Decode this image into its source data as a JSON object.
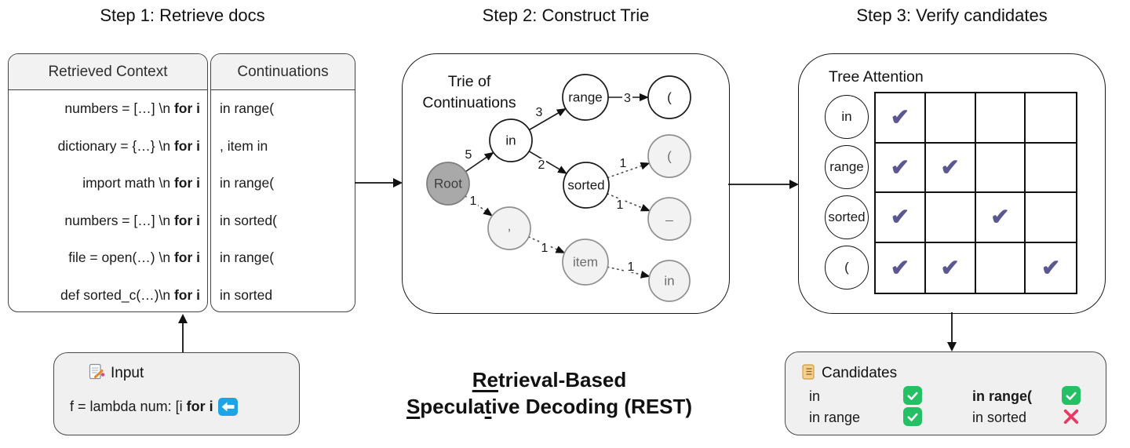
{
  "steps": {
    "step1_title": "Step 1: Retrieve docs",
    "step2_title": "Step 2: Construct Trie",
    "step3_title": "Step 3: Verify candidates"
  },
  "step1": {
    "col1_header": "Retrieved Context",
    "col2_header": "Continuations",
    "rows": [
      {
        "context": "numbers = […] \\n ",
        "context_bold": "for i",
        "continuation": "in range("
      },
      {
        "context": "dictionary = {…} \\n ",
        "context_bold": "for i",
        "continuation": ", item in"
      },
      {
        "context": "import math \\n ",
        "context_bold": "for i",
        "continuation": "in range("
      },
      {
        "context": "numbers = […] \\n ",
        "context_bold": "for i",
        "continuation": "in sorted("
      },
      {
        "context": "file = open(…) \\n ",
        "context_bold": "for i",
        "continuation": "in range("
      },
      {
        "context": "def sorted_c(…)\\n ",
        "context_bold": "for i",
        "continuation": "in sorted"
      }
    ]
  },
  "input_box": {
    "icon": "memo-pencil-icon",
    "title": "Input",
    "code": "f = lambda num: [i ",
    "code_bold": "for i",
    "cursor_icon": "blue-left-arrow-icon"
  },
  "step2": {
    "label_line1": "Trie of",
    "label_line2": "Continuations",
    "nodes": [
      {
        "label": "Root",
        "type": "root"
      },
      {
        "label": "in",
        "type": "solid"
      },
      {
        "label": "range",
        "type": "solid"
      },
      {
        "label": "(",
        "type": "solid"
      },
      {
        "label": "sorted",
        "type": "solid"
      },
      {
        "label": "(",
        "type": "speculative"
      },
      {
        "label": "_",
        "type": "speculative"
      },
      {
        "label": ",",
        "type": "speculative"
      },
      {
        "label": "item",
        "type": "speculative"
      },
      {
        "label": "in",
        "type": "speculative"
      }
    ],
    "edges": [
      {
        "from": "Root",
        "to": "in",
        "label": "5",
        "style": "solid"
      },
      {
        "from": "in",
        "to": "range",
        "label": "3",
        "style": "solid"
      },
      {
        "from": "range",
        "to": "(",
        "label": "3",
        "style": "solid"
      },
      {
        "from": "in",
        "to": "sorted",
        "label": "2",
        "style": "solid"
      },
      {
        "from": "sorted",
        "to": "(",
        "label": "1",
        "style": "dotted"
      },
      {
        "from": "sorted",
        "to": "_",
        "label": "1",
        "style": "dotted"
      },
      {
        "from": "Root",
        "to": ",",
        "label": "1",
        "style": "dotted"
      },
      {
        "from": ",",
        "to": "item",
        "label": "1",
        "style": "dotted"
      },
      {
        "from": "item",
        "to": "in",
        "label": "1",
        "style": "dotted"
      }
    ]
  },
  "step3": {
    "label": "Tree Attention",
    "row_labels": [
      "in",
      "range",
      "sorted",
      "("
    ],
    "check_glyph": "✔",
    "matrix": [
      [
        "✔",
        "",
        "",
        ""
      ],
      [
        "✔",
        "✔",
        "",
        ""
      ],
      [
        "✔",
        "",
        "✔",
        ""
      ],
      [
        "✔",
        "✔",
        "",
        "✔"
      ]
    ]
  },
  "candidates": {
    "icon": "scroll-icon",
    "title": "Candidates",
    "items": [
      {
        "label": "in",
        "status": "accepted",
        "weight": "normal"
      },
      {
        "label": "in range",
        "status": "accepted",
        "weight": "normal"
      },
      {
        "label": "in range(",
        "status": "accepted",
        "weight": "bold"
      },
      {
        "label": "in sorted",
        "status": "rejected",
        "weight": "normal"
      }
    ]
  },
  "caption": {
    "l1p1": "Re",
    "l1p2": "trieval-Based",
    "l2p1": "S",
    "l2p2": "pecula",
    "l2p3": "t",
    "l2p4": "ive Decoding (REST)"
  },
  "colors": {
    "attention_check": "#5b5791",
    "accepted_green": "#23c164",
    "rejected_red": "#e83a63",
    "cursor_blue": "#1ea3e4",
    "root_node_fill": "#a9a9a9",
    "speculative_node_fill": "#f2f2f2",
    "header_fill": "#f2f2f2",
    "infobox_fill": "#f0f0f1"
  }
}
